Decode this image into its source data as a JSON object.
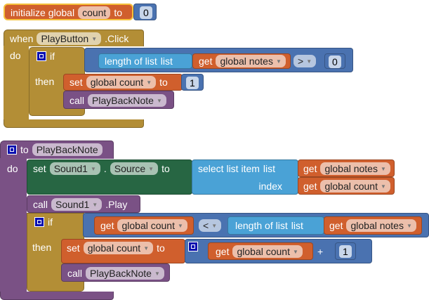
{
  "init": {
    "label": "initialize global",
    "name": "count",
    "to": "to",
    "value": "0"
  },
  "event": {
    "when": "when",
    "component": "PlayButton",
    "event": ".Click",
    "do": "do",
    "if": "if",
    "then": "then",
    "length_label": "length of list",
    "list_label": "list",
    "get": "get",
    "get_var": "global notes",
    "op": ">",
    "compare_value": "0",
    "set": "set",
    "set_var": "global count",
    "to": "to",
    "set_value": "1",
    "call": "call",
    "call_proc": "PlayBackNote"
  },
  "proc": {
    "to": "to",
    "name": "PlayBackNote",
    "do": "do",
    "set": "set",
    "component": "Sound1",
    "dot": ".",
    "property": "Source",
    "set_to": "to",
    "select_label": "select list item",
    "list_label": "list",
    "index_label": "index",
    "get": "get",
    "get_notes": "global notes",
    "get_count": "global count",
    "call": "call",
    "call_component": "Sound1",
    "call_method": ".Play",
    "if": "if",
    "then": "then",
    "op": "<",
    "length_label": "length of list",
    "set2_var": "global count",
    "plus": "+",
    "plus_value": "1",
    "call_proc": "PlayBackNote"
  }
}
